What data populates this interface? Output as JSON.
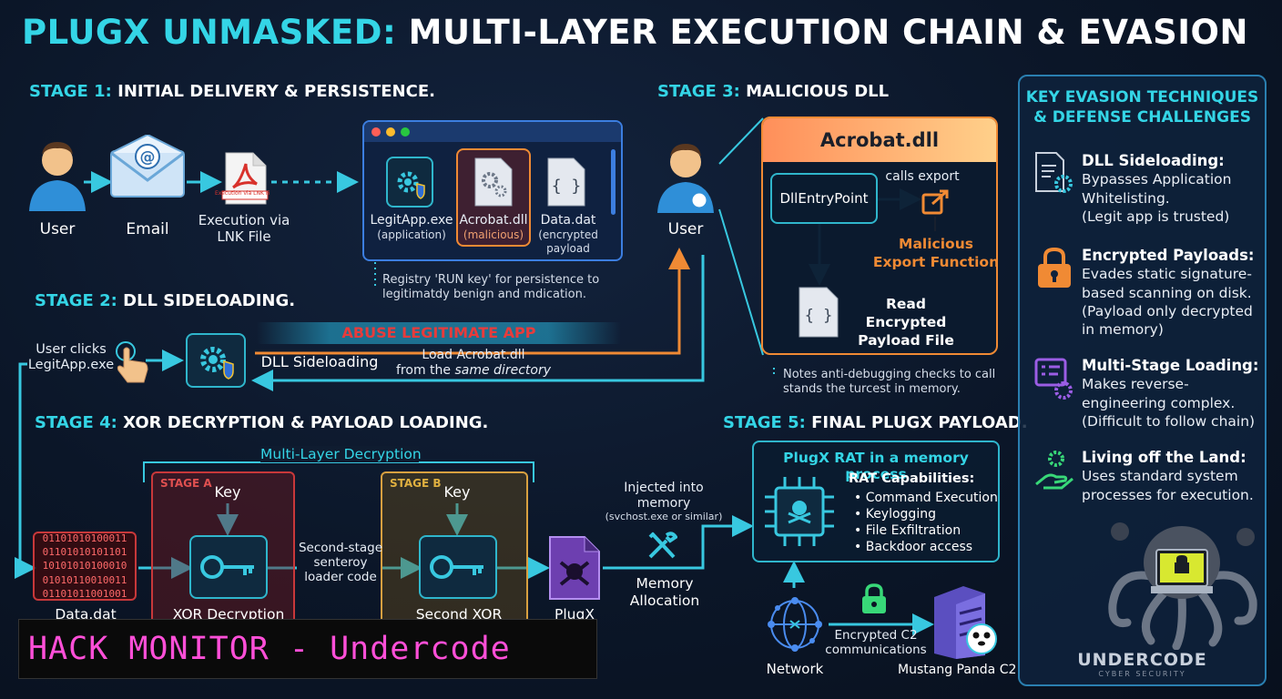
{
  "title": {
    "accent": "PLUGX UNMASKED:",
    "rest": "MULTI-LAYER EXECUTION CHAIN & EVASION"
  },
  "stage1": {
    "prefix": "STAGE 1:",
    "name": "INITIAL DELIVERY & PERSISTENCE.",
    "user": "User",
    "email": "Email",
    "lnk": "Execution via\nLNK File",
    "lnk_badge": "Execution via LNK File",
    "files": [
      {
        "name": "LegitApp.exe",
        "desc": "(application)"
      },
      {
        "name": "Acrobat.dll",
        "desc": "(malicious)"
      },
      {
        "name": "Data.dat",
        "desc": "(encrypted\npayload"
      }
    ],
    "registry_note": "Registry 'RUN key' for persistence to\nlegitimatdy benign and mdication."
  },
  "stage2": {
    "prefix": "STAGE 2:",
    "name": "DLL SIDELOADING.",
    "user_clicks": "User clicks\nLegitApp.exe",
    "abuse": "ABUSE LEGITIMATE APP",
    "sideloading": "DLL Sideloading",
    "load": "Load Acrobat.dll",
    "from": "from the ",
    "same_dir": "same directory"
  },
  "stage3": {
    "prefix": "STAGE 3:",
    "name": "MALICIOUS DLL",
    "user": "User",
    "dll": "Acrobat.dll",
    "entry": "DllEntryPoint",
    "calls": "calls export",
    "malicious": "Malicious\nExport Function",
    "read": "Read Encrypted\nPayload File",
    "note": "Notes anti-debugging checks to call\nstands the turcest in memory."
  },
  "stage4": {
    "prefix": "STAGE 4:",
    "name": "XOR DECRYPTION & PAYLOAD LOADING.",
    "multi": "Multi-Layer Decryption",
    "stage_a": "STAGE A",
    "stage_b": "STAGE B",
    "key": "Key",
    "xor1": "XOR Decryption",
    "xor2": "Second XOR",
    "second": "Second-stage\nsenteroy\nloader code",
    "hex": "01101010100011\n01101010101101\n10101010100010\n01010110010011\n01101011001001",
    "data": "Data.dat",
    "plugx": "PlugX",
    "injected": "Injected into\nmemory",
    "svchost": "(svchost.exe or similar)",
    "alloc": "Memory\nAllocation"
  },
  "stage5": {
    "prefix": "STAGE 5:",
    "name": "FINAL PLUGX PAYLOAD.",
    "rat_title": "PlugX RAT in a memory process",
    "cap_title": "RAT Capabilities:",
    "caps": [
      "• Command Execution",
      "• Keylogging",
      "• File Exfiltration",
      "• Backdoor access"
    ],
    "network": "Network",
    "encrypted": "Encrypted C2\ncommunications",
    "c2": "Mustang Panda C2"
  },
  "sidebar": {
    "title": "KEY EVASION TECHNIQUES\n& DEFENSE CHALLENGES",
    "items": [
      {
        "icon": "document-gear-icon",
        "head": "DLL Sideloading:",
        "body": "Bypasses Application\nWhitelisting.\n(Legit app is trusted)"
      },
      {
        "icon": "lock-icon",
        "head": "Encrypted Payloads:",
        "body": "Evades static signature-\nbased scanning on disk.\n(Payload only decrypted\nin memory)"
      },
      {
        "icon": "layers-gear-icon",
        "head": "Multi-Stage Loading:",
        "body": "Makes reverse-\nengineering complex.\n(Difficult to follow chain)"
      },
      {
        "icon": "hand-gear-icon",
        "head": "Living off the Land:",
        "body": "Uses standard system\nprocesses for execution."
      }
    ],
    "logo": "UNDERCODE",
    "logo_sub": "CYBER SECURITY"
  },
  "banner": "HACK MONITOR - Undercode",
  "colors": {
    "accent": "#34d5e6",
    "orange": "#f08a34",
    "red": "#e0453c",
    "purple": "#9b5de5",
    "magenta": "#ff4fd8"
  }
}
